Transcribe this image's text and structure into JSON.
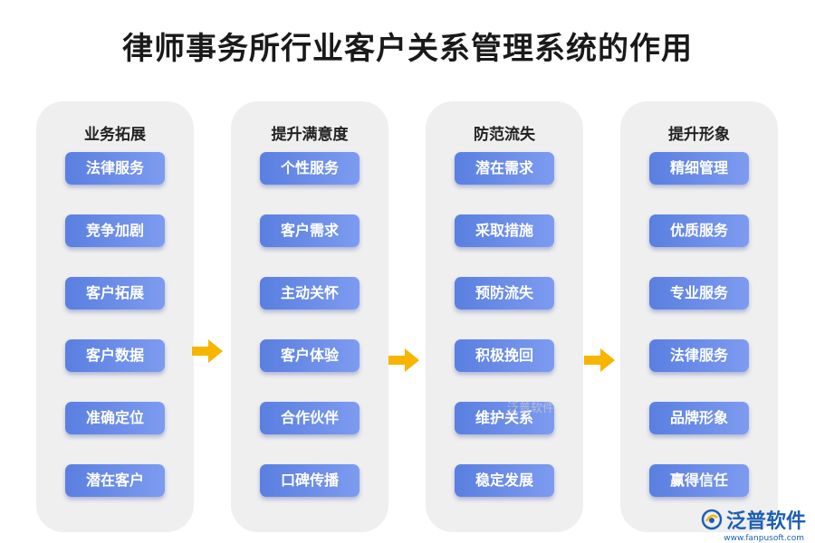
{
  "title": "律师事务所行业客户关系管理系统的作用",
  "columns": [
    {
      "heading": "业务拓展",
      "items": [
        "法律服务",
        "竞争加剧",
        "客户拓展",
        "客户数据",
        "准确定位",
        "潜在客户"
      ]
    },
    {
      "heading": "提升满意度",
      "items": [
        "个性服务",
        "客户需求",
        "主动关怀",
        "客户体验",
        "合作伙伴",
        "口碑传播"
      ]
    },
    {
      "heading": "防范流失",
      "items": [
        "潜在需求",
        "采取措施",
        "预防流失",
        "积极挽回",
        "维护关系",
        "稳定发展"
      ]
    },
    {
      "heading": "提升形象",
      "items": [
        "精细管理",
        "优质服务",
        "专业服务",
        "法律服务",
        "品牌形象",
        "赢得信任"
      ]
    }
  ],
  "watermark": "泛普软件",
  "logo": {
    "text": "泛普软件",
    "url": "www.fanpusoft.com"
  },
  "colors": {
    "pill_start": "#5a7fe0",
    "pill_end": "#7d9bf0",
    "arrow": "#f7b500",
    "panel": "#efefef",
    "brand": "#1e5fb3"
  }
}
